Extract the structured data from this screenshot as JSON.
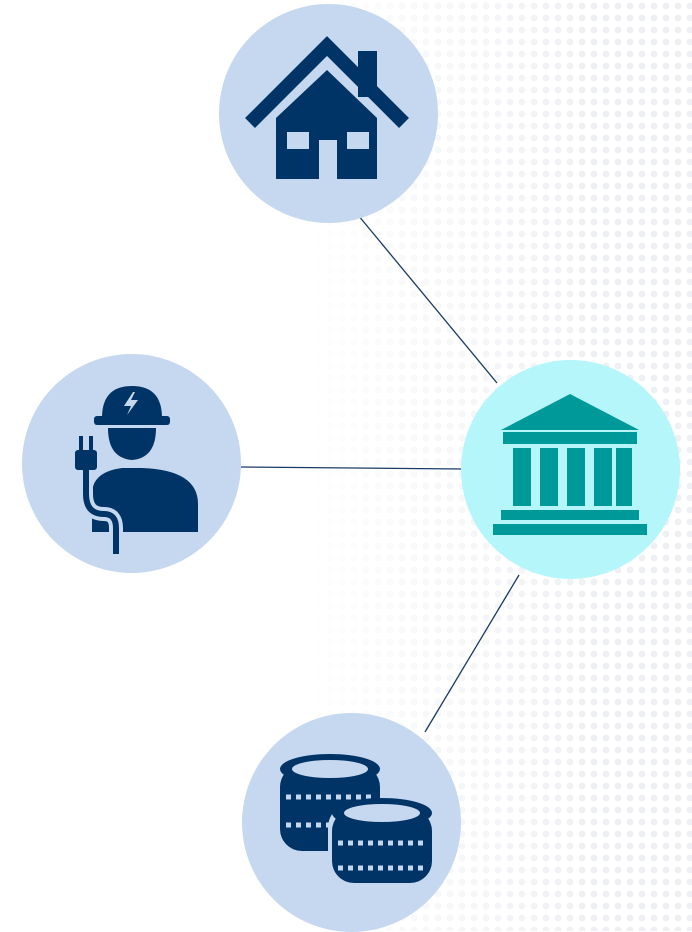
{
  "colors": {
    "node_fill": "#c5d8ef",
    "hub_fill": "#b5f6fb",
    "icon_navy": "#003366",
    "icon_teal": "#009999",
    "connector": "#1a3a66"
  },
  "nodes": [
    {
      "id": "home",
      "icon": "house-icon",
      "role": "spoke"
    },
    {
      "id": "worker",
      "icon": "electrician-icon",
      "role": "spoke"
    },
    {
      "id": "bank",
      "icon": "bank-icon",
      "role": "hub"
    },
    {
      "id": "coins",
      "icon": "coins-icon",
      "role": "spoke"
    }
  ],
  "edges": [
    {
      "from": "home",
      "to": "bank"
    },
    {
      "from": "worker",
      "to": "bank"
    },
    {
      "from": "coins",
      "to": "bank"
    }
  ]
}
